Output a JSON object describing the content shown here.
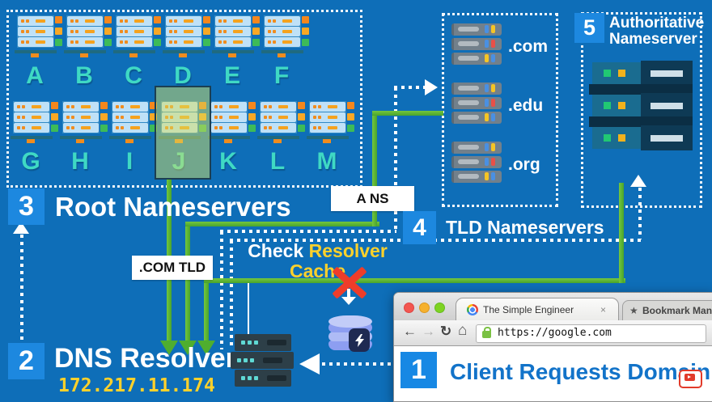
{
  "root": {
    "badge": "3",
    "title": "Root Nameservers",
    "row1": [
      "A",
      "B",
      "C",
      "D",
      "E",
      "F"
    ],
    "row2": [
      "G",
      "H",
      "I",
      "J",
      "K",
      "L",
      "M"
    ]
  },
  "resolver": {
    "badge": "2",
    "title": "DNS Resolver",
    "ip": "172.217.11.174"
  },
  "tld": {
    "badge": "4",
    "title": "TLD Nameservers",
    "domains": [
      ".com",
      ".edu",
      ".org"
    ]
  },
  "auth": {
    "badge": "5",
    "title_line1": "Authoritative",
    "title_line2": "Nameserver"
  },
  "client": {
    "badge": "1",
    "title": "Client Requests Domain"
  },
  "labels": {
    "a_ns": "A NS",
    "com_tld": ".COM TLD"
  },
  "cache": {
    "word_white": "Check",
    "word_yellow": "Resolver",
    "line2": "Cache"
  },
  "browser": {
    "tab1": "The Simple Engineer",
    "tab2": "Bookmark Manage",
    "url": "https://google.com"
  },
  "icons": {
    "close": "×",
    "star": "★",
    "back": "←",
    "forward": "→",
    "reload": "↻",
    "home": "⌂"
  },
  "colors": {
    "background": "#0e6eb8",
    "badge_blue": "#1d88df",
    "green_line": "#55b434",
    "yellow_text": "#ffd12b",
    "teal_letter": "#3fd9c4",
    "red_x": "#ee3d2a",
    "client_title_blue": "#1273c9"
  }
}
